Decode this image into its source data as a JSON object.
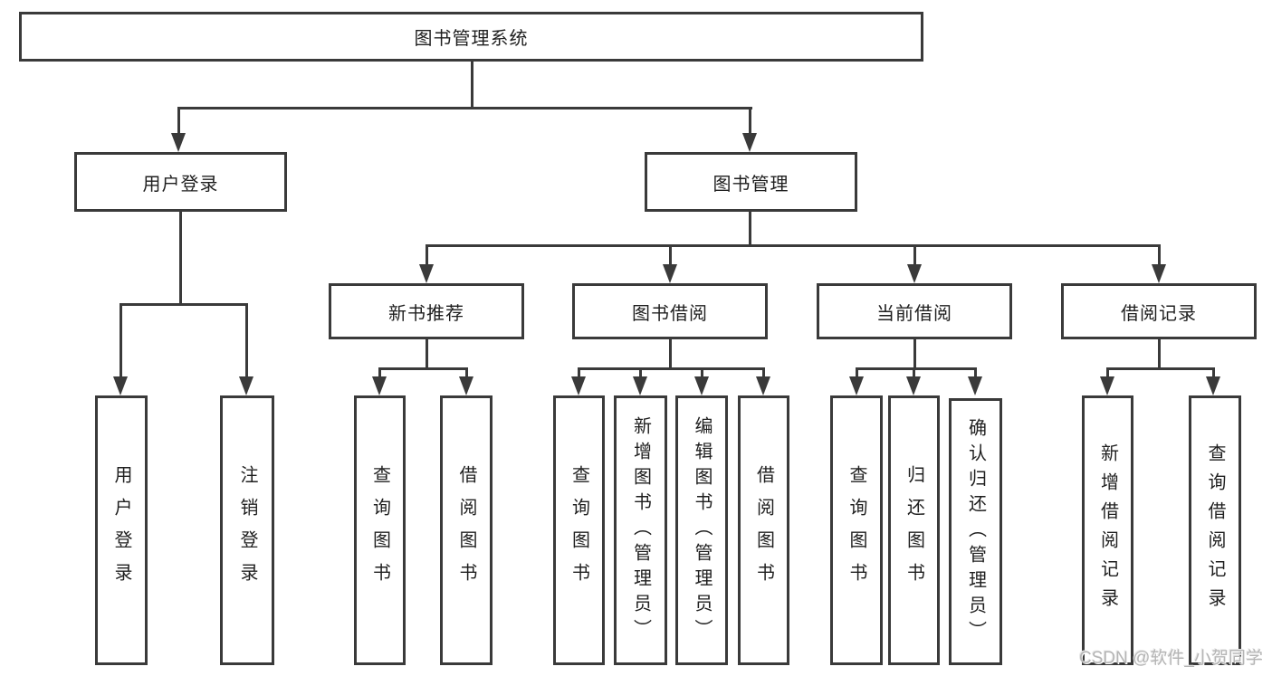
{
  "diagram": {
    "root": {
      "label": "图书管理系统"
    },
    "branches": [
      {
        "label": "用户登录",
        "children": [
          {
            "label": "用户登录"
          },
          {
            "label": "注销登录"
          }
        ]
      },
      {
        "label": "图书管理",
        "children": [
          {
            "label": "新书推荐",
            "children": [
              {
                "label": "查询图书"
              },
              {
                "label": "借阅图书"
              }
            ]
          },
          {
            "label": "图书借阅",
            "children": [
              {
                "label": "查询图书"
              },
              {
                "label": "新增图书（管理员）"
              },
              {
                "label": "编辑图书（管理员）"
              },
              {
                "label": "借阅图书"
              }
            ]
          },
          {
            "label": "当前借阅",
            "children": [
              {
                "label": "查询图书"
              },
              {
                "label": "归还图书"
              },
              {
                "label": "确认归还（管理员）"
              }
            ]
          },
          {
            "label": "借阅记录",
            "children": [
              {
                "label": "新增借阅记录"
              },
              {
                "label": "查询借阅记录"
              }
            ]
          }
        ]
      }
    ]
  },
  "watermark": {
    "text": "CSDN @软件_小贺同学"
  },
  "colors": {
    "line": "#3a3a3a",
    "box_background": "#ffffff",
    "text": "#1f1f1f",
    "watermark": "#b5b5b5",
    "page_background": "#ffffff"
  }
}
